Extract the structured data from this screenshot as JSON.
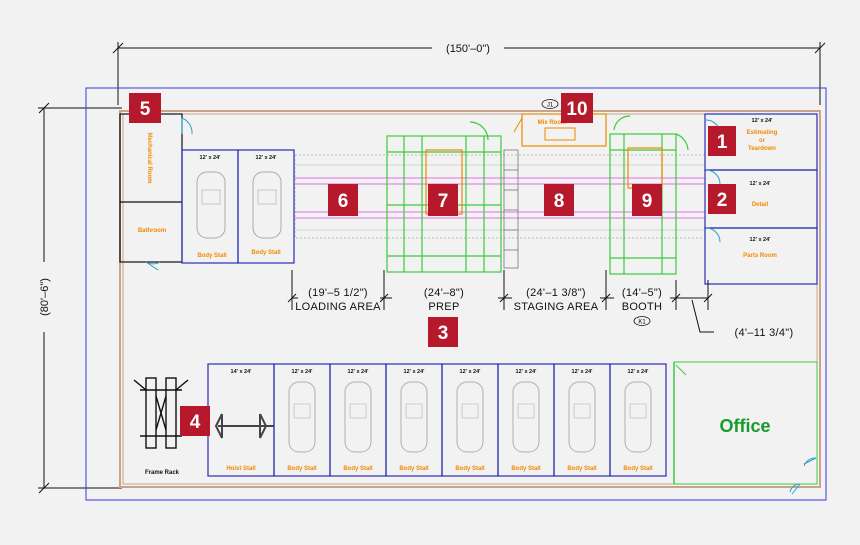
{
  "dimensions": {
    "overall_width": "(150'–0\")",
    "overall_depth": "(80'–6\")",
    "loading": "(19'–5 1/2\")",
    "prep": "(24'–8\")",
    "staging": "(24'–1 3/8\")",
    "booth": "(14'–5\")",
    "gap": "(4'–11 3/4\")"
  },
  "areas": {
    "loading": "LOADING AREA",
    "prep": "PREP",
    "staging": "STAGING AREA",
    "booth": "BOOTH"
  },
  "tags": {
    "j1": "J1",
    "k1": "K1"
  },
  "badges": [
    "1",
    "2",
    "3",
    "4",
    "5",
    "6",
    "7",
    "8",
    "9",
    "10"
  ],
  "rooms": {
    "mechanical": "Mechanical Room",
    "bathroom": "Bathroom",
    "mix_room": "Mix Room",
    "estimating_size": "12' x 24'",
    "estimating_line1": "Estimating",
    "estimating_line2": "or",
    "estimating_line3": "Teardown",
    "detail_size": "12' x 24'",
    "detail": "Detail",
    "parts_size": "12' x 24'",
    "parts": "Parts Room",
    "office": "Office",
    "frame_rack": "Frame Rack"
  },
  "top_stalls": [
    {
      "size": "12' x 24'",
      "label": "Body Stall"
    },
    {
      "size": "12' x 24'",
      "label": "Body Stall"
    }
  ],
  "bottom_stalls": [
    {
      "size": "14' x 24'",
      "label": "Hoist Stall"
    },
    {
      "size": "12' x 24'",
      "label": "Body Stall"
    },
    {
      "size": "12' x 24'",
      "label": "Body Stall"
    },
    {
      "size": "12' x 24'",
      "label": "Body Stall"
    },
    {
      "size": "12' x 24'",
      "label": "Body Stall"
    },
    {
      "size": "12' x 24'",
      "label": "Body Stall"
    },
    {
      "size": "12' x 24'",
      "label": "Body Stall"
    },
    {
      "size": "12' x 24'",
      "label": "Body Stall"
    }
  ],
  "colors": {
    "badge": "#b5192b",
    "orange_label": "#f08a00",
    "stall_outline": "#2c2cb8",
    "booth_green": "#3ec93e",
    "office_green": "#1a9a2a",
    "wall": "#c9a48a",
    "rail_pink": "#e070e0"
  }
}
